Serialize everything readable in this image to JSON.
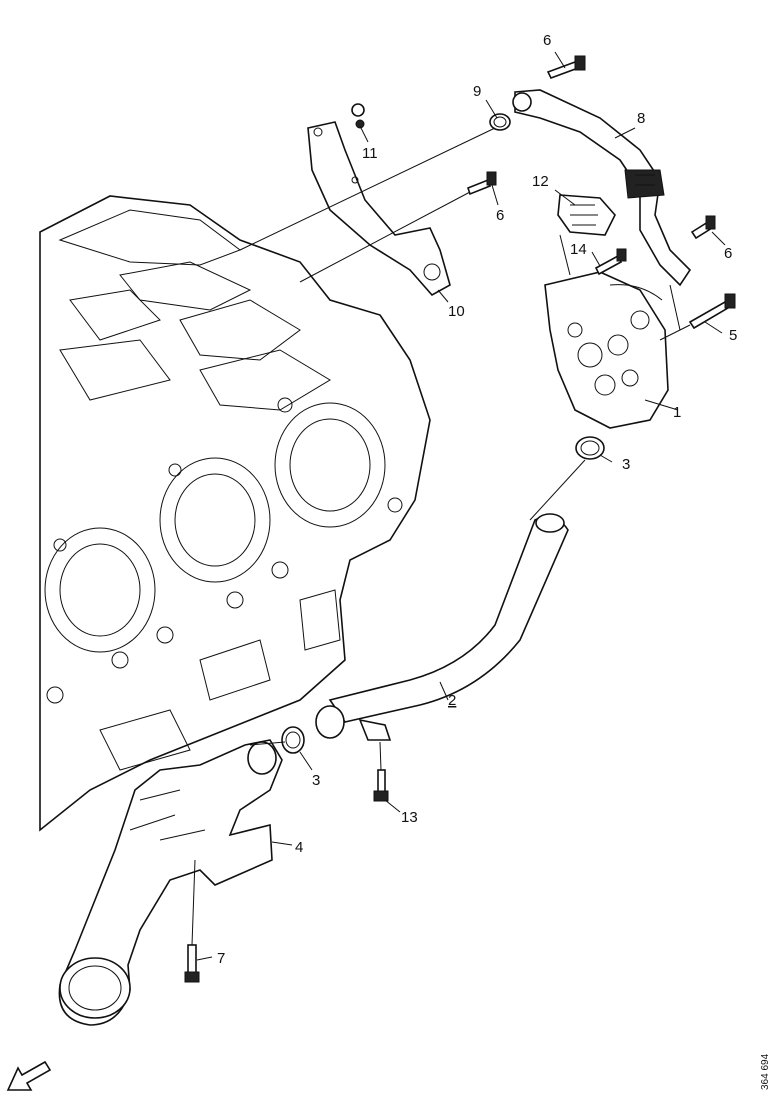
{
  "callouts": {
    "c1": "1",
    "c2": "2",
    "c3a": "3",
    "c3b": "3",
    "c4": "4",
    "c5": "5",
    "c6a": "6",
    "c6b": "6",
    "c6c": "6",
    "c7": "7",
    "c8": "8",
    "c9": "9",
    "c10": "10",
    "c11": "11",
    "c12": "12",
    "c13": "13",
    "c14": "14"
  },
  "reference_code": "364 694",
  "icons": {
    "direction": "arrow-icon"
  }
}
